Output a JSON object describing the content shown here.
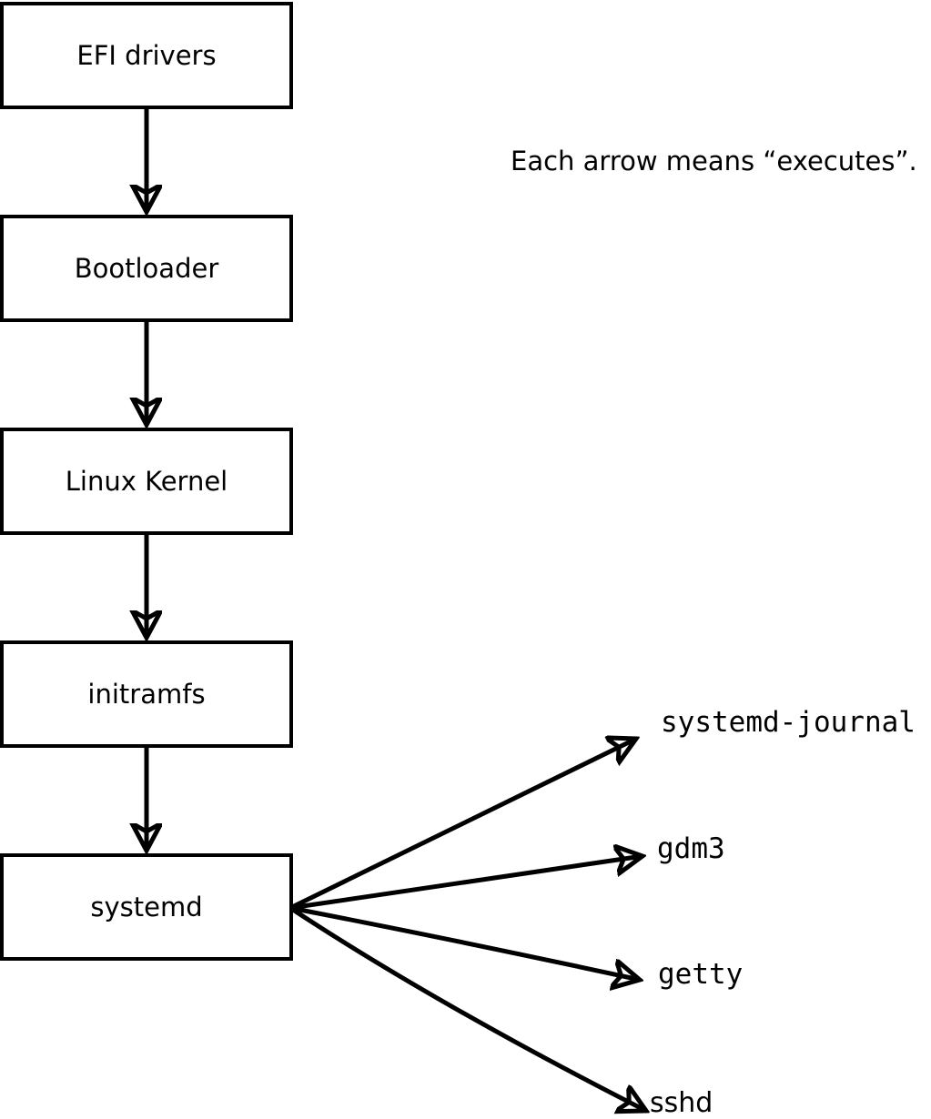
{
  "annotation": {
    "text": "Each arrow means “executes”.",
    "arrow_meaning": "executes"
  },
  "diagram": {
    "type": "flowchart",
    "boot_chain": [
      {
        "label": "EFI drivers"
      },
      {
        "label": "Bootloader"
      },
      {
        "label": "Linux Kernel"
      },
      {
        "label": "initramfs"
      },
      {
        "label": "systemd"
      }
    ],
    "systemd_children": [
      {
        "label": "systemd-journal"
      },
      {
        "label": "gdm3"
      },
      {
        "label": "getty"
      },
      {
        "label": "sshd"
      }
    ],
    "edges": [
      {
        "from": "EFI drivers",
        "to": "Bootloader"
      },
      {
        "from": "Bootloader",
        "to": "Linux Kernel"
      },
      {
        "from": "Linux Kernel",
        "to": "initramfs"
      },
      {
        "from": "initramfs",
        "to": "systemd"
      },
      {
        "from": "systemd",
        "to": "systemd-journal"
      },
      {
        "from": "systemd",
        "to": "gdm3"
      },
      {
        "from": "systemd",
        "to": "getty"
      },
      {
        "from": "systemd",
        "to": "sshd"
      }
    ]
  },
  "colors": {
    "line": "#000000",
    "text": "#000000",
    "box_fill": "#ffffff",
    "background": "#ffffff"
  }
}
